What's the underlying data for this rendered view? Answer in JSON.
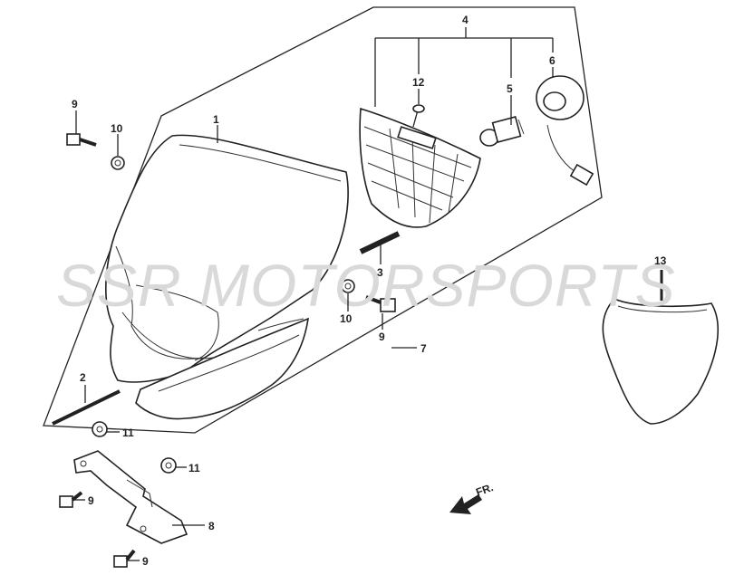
{
  "watermark": "SSR MOTORSPORTS",
  "direction_label": "FR.",
  "callouts": {
    "c1": "1",
    "c2": "2",
    "c3": "3",
    "c4": "4",
    "c5": "5",
    "c6": "6",
    "c7": "7",
    "c8": "8",
    "c9a": "9",
    "c9b": "9",
    "c9c": "9",
    "c9d": "9",
    "c10a": "10",
    "c10b": "10",
    "c11a": "11",
    "c11b": "11",
    "c12": "12",
    "c13": "13"
  }
}
